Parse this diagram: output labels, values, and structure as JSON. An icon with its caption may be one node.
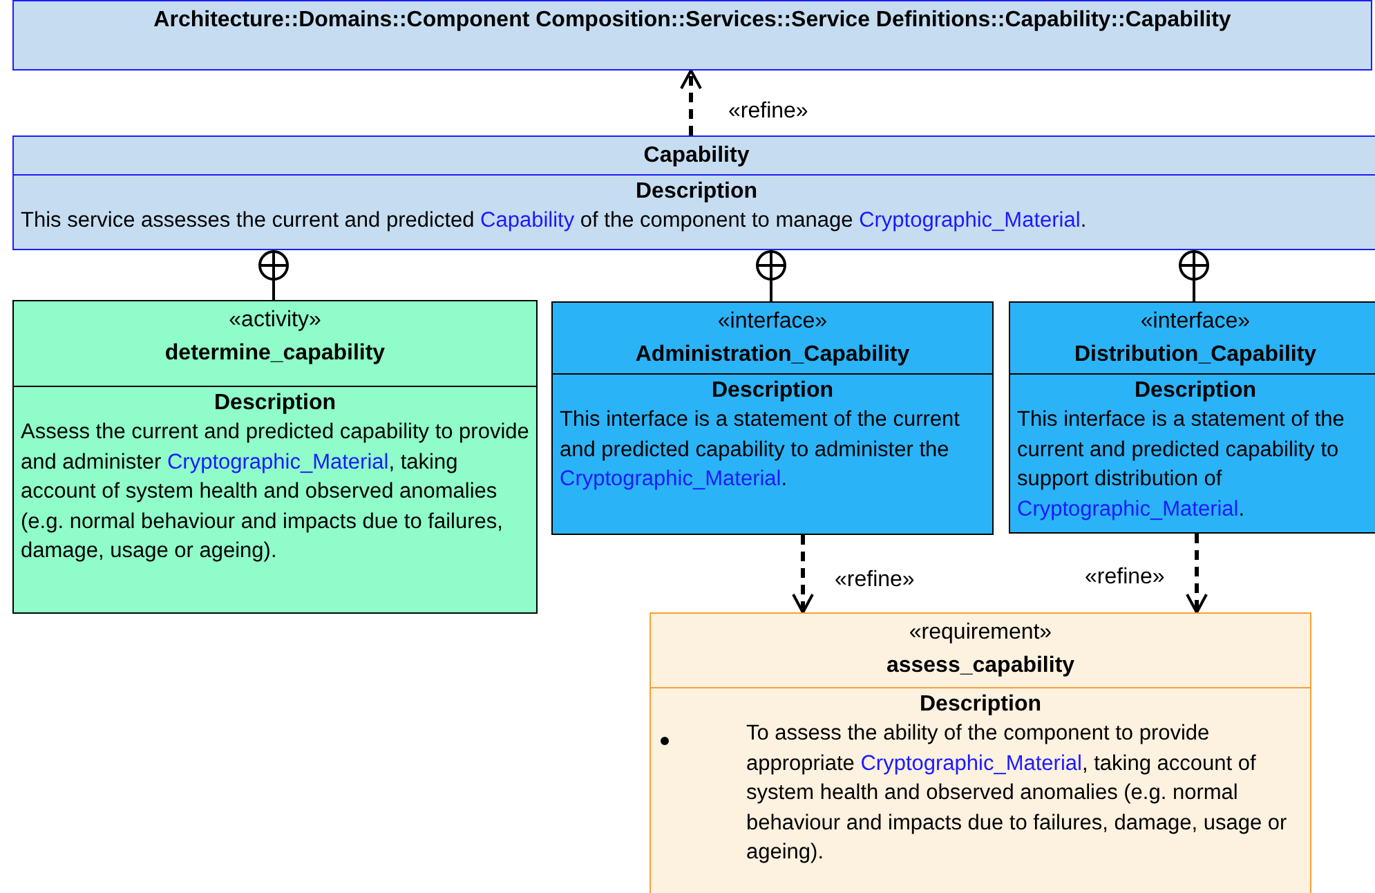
{
  "diagram": {
    "nodes": [
      {
        "text": [
          "Architecture::Domains::Component Composition::Services::Service Definitions::Capability::Capability"
        ]
      },
      {
        "text": [
          "Capability",
          "Description",
          "This service assesses the current and predicted *Capability* of the component to manage *Cryptographic_Material*."
        ]
      },
      {
        "text": [
          "«activity»",
          "determine_capability",
          "Description",
          "Assess the current and predicted capability to provide and administer *Cryptographic_Material*, taking account of system health and observed anomalies (e.g. normal behaviour and impacts due to failures, damage, usage or ageing)."
        ]
      },
      {
        "text": [
          "«interface»",
          "Administration_Capability",
          "Description",
          "This interface is a statement of the current and predicted capability to administer the *Cryptographic_Material*."
        ]
      },
      {
        "text": [
          "«interface»",
          "Distribution_Capability",
          "Description",
          "This interface is a statement of the current and predicted capability to support distribution of *Cryptographic_Material*."
        ]
      },
      {
        "text": [
          "«requirement»",
          "assess_capability",
          "Description",
          "To assess the ability of the component to provide appropriate *Cryptographic_Material*, taking account of system health and observed anomalies (e.g. normal behaviour and impacts due to failures, damage, usage or ageing)."
        ]
      }
    ],
    "edges": [
      {
        "from": 1,
        "to": 0,
        "arrow": "to",
        "label": "«refine»",
        "style": "dashed"
      },
      {
        "from": 1,
        "to": 2,
        "arrow": "other"
      },
      {
        "from": 1,
        "to": 3,
        "arrow": "other"
      },
      {
        "from": 1,
        "to": 4,
        "arrow": "other"
      },
      {
        "from": 3,
        "to": 5,
        "arrow": "to",
        "label": "«refine»",
        "style": "dashed"
      },
      {
        "from": 4,
        "to": 5,
        "arrow": "to",
        "label": "«refine»",
        "style": "dashed"
      }
    ]
  }
}
